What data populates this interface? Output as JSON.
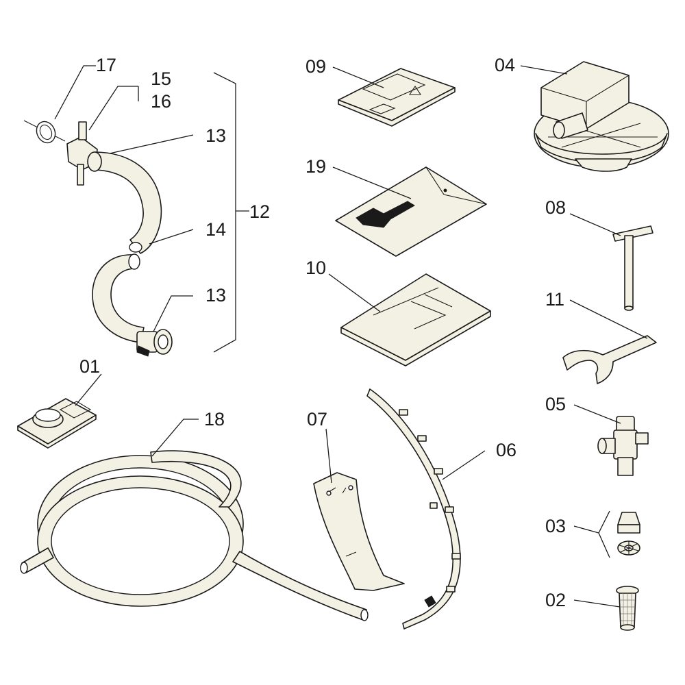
{
  "labels": {
    "l01": "01",
    "l02": "02",
    "l03": "03",
    "l04": "04",
    "l05": "05",
    "l06": "06",
    "l07": "07",
    "l08": "08",
    "l09": "09",
    "l10": "10",
    "l11": "11",
    "l12": "12",
    "l13a": "13",
    "l13b": "13",
    "l14": "14",
    "l15": "15",
    "l16": "16",
    "l17": "17",
    "l18": "18",
    "l19": "19"
  }
}
